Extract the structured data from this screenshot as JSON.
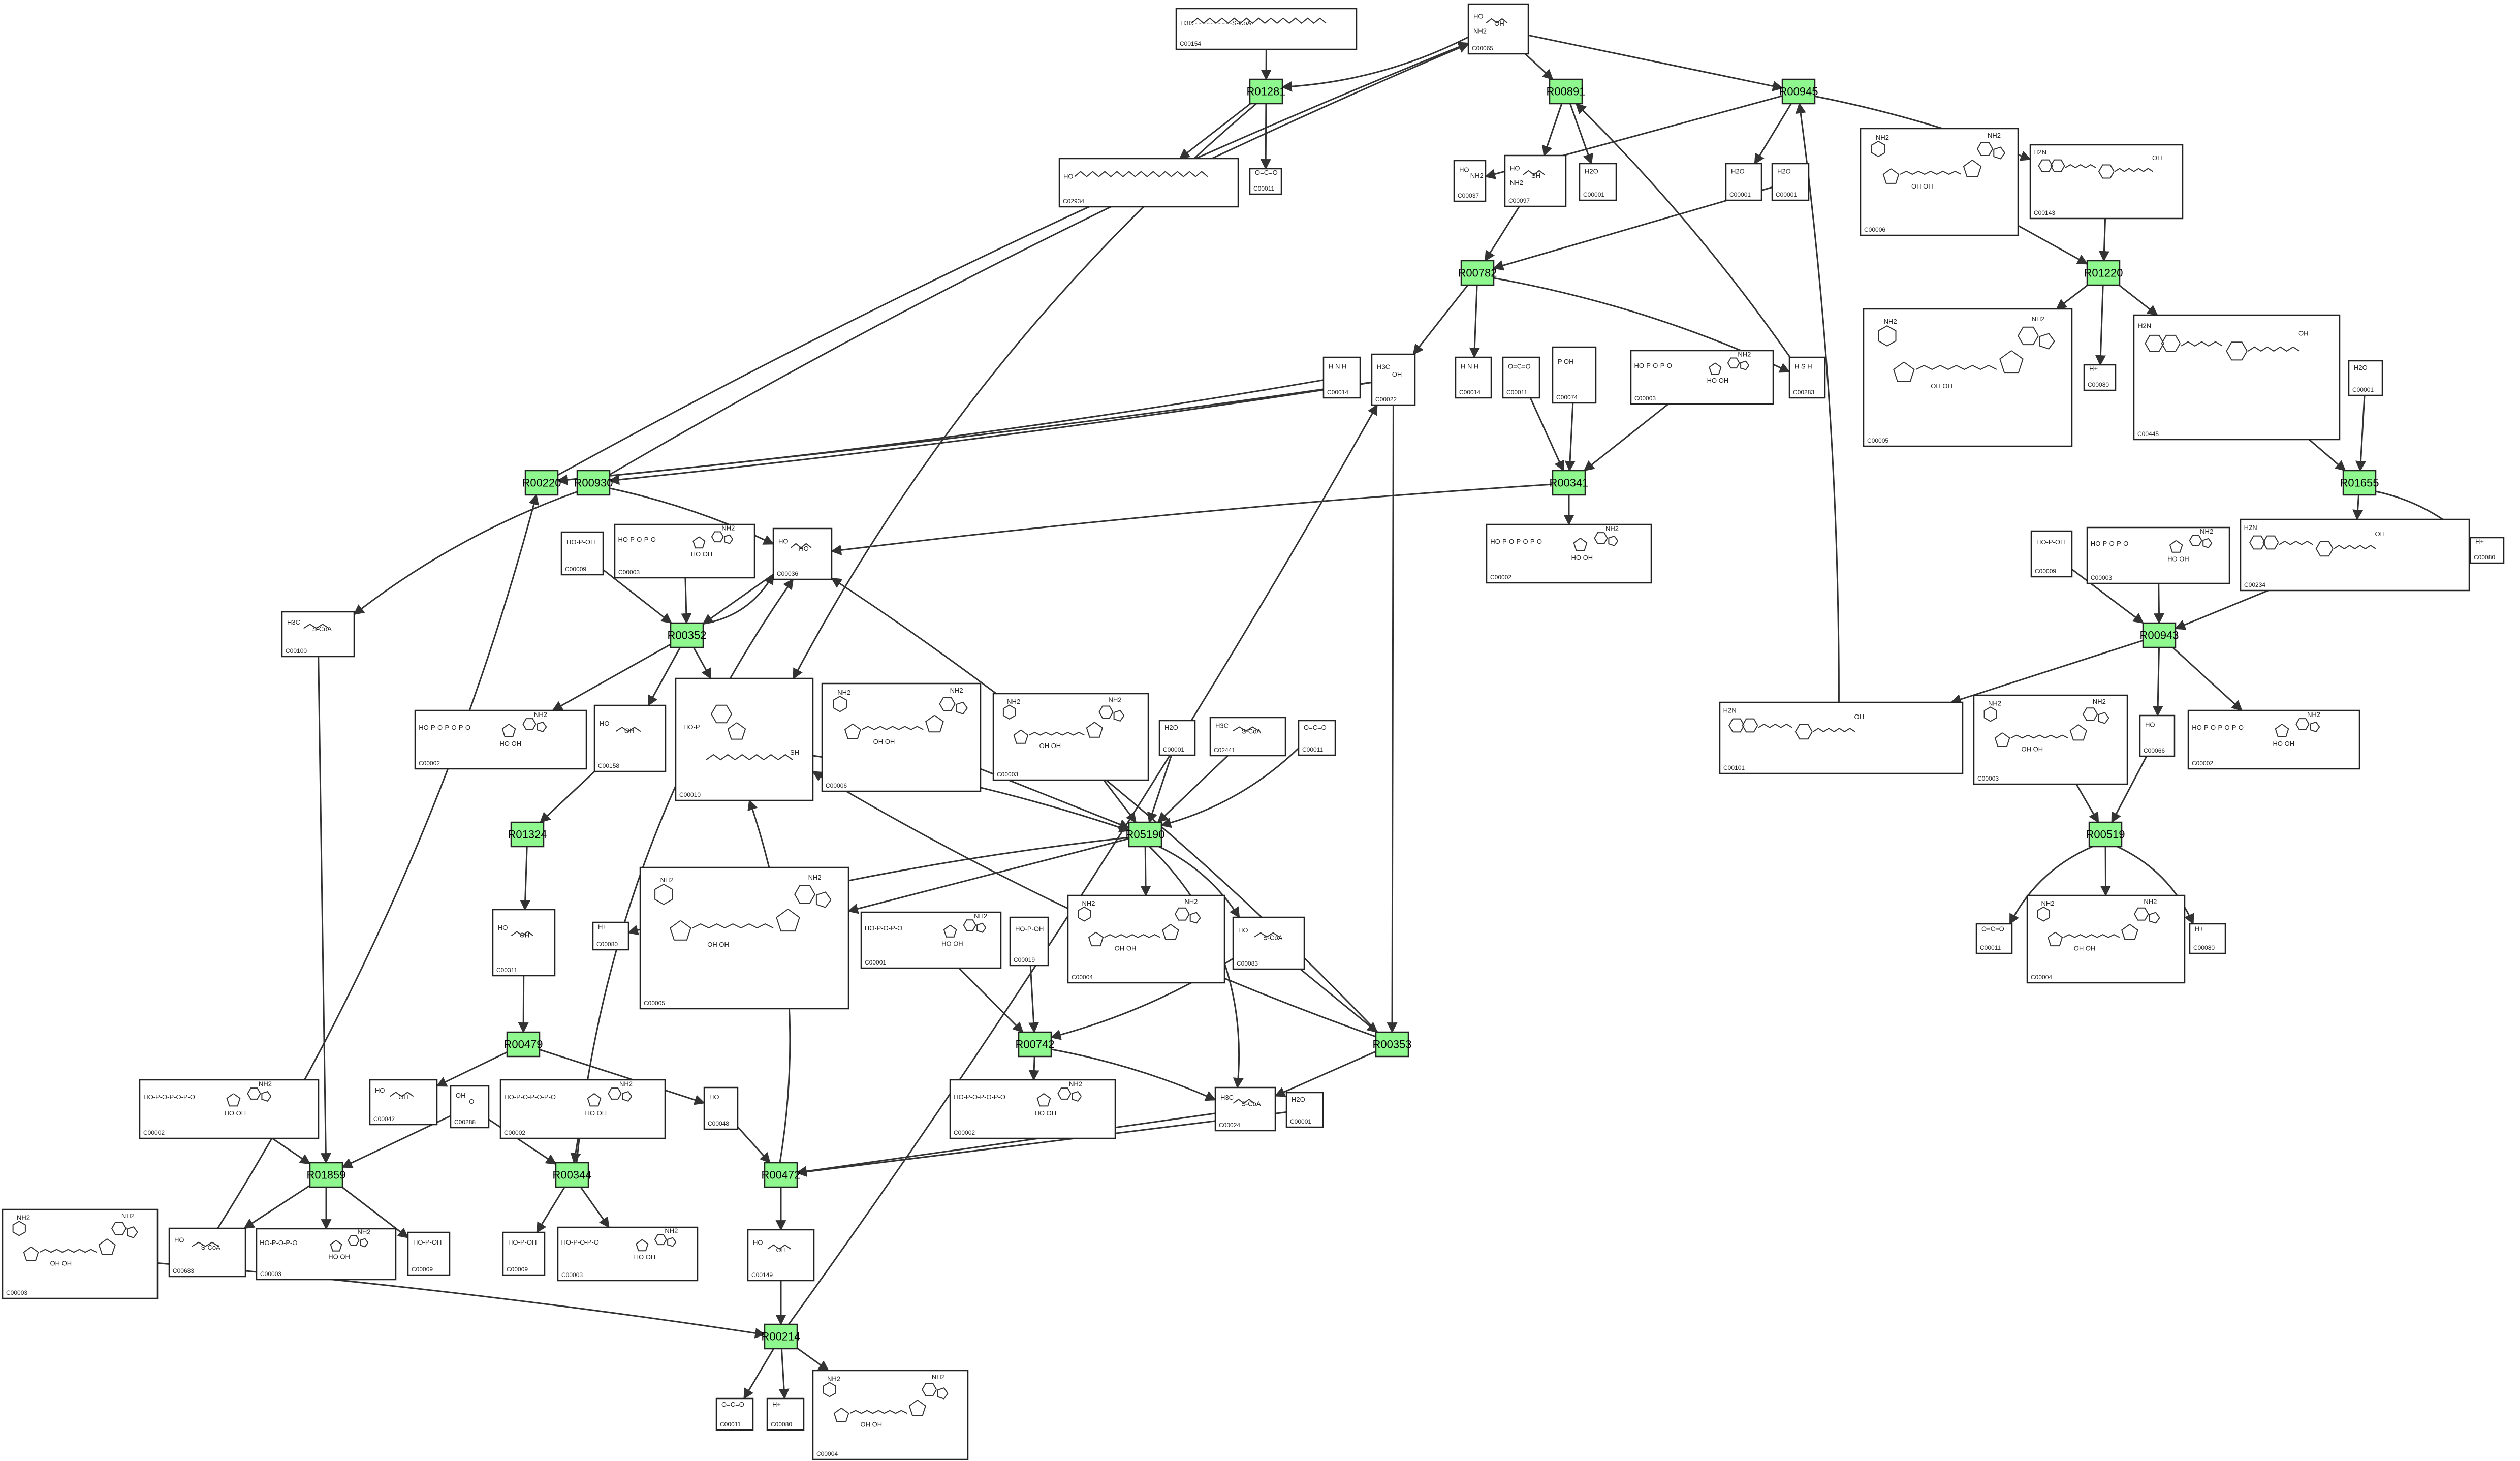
{
  "diagram": {
    "type": "metabolic-pathway-graph",
    "colors": {
      "reaction_fill": "#8ef78e",
      "edge": "#333333",
      "compound_border": "#222222",
      "background": "#ffffff"
    },
    "reactions": [
      {
        "id": "R01281"
      },
      {
        "id": "R00891"
      },
      {
        "id": "R00945"
      },
      {
        "id": "R01220"
      },
      {
        "id": "R00782"
      },
      {
        "id": "R00220"
      },
      {
        "id": "R00930"
      },
      {
        "id": "R00341"
      },
      {
        "id": "R01655"
      },
      {
        "id": "R00352"
      },
      {
        "id": "R00943"
      },
      {
        "id": "R01324"
      },
      {
        "id": "R05190"
      },
      {
        "id": "R00519"
      },
      {
        "id": "R00479"
      },
      {
        "id": "R00742"
      },
      {
        "id": "R00353"
      },
      {
        "id": "R01859"
      },
      {
        "id": "R00344"
      },
      {
        "id": "R00472"
      },
      {
        "id": "R00214"
      }
    ],
    "compounds": [
      {
        "key": "c00154",
        "id": "C00154",
        "formula": "H3C~~~~~~~~~~S-CoA"
      },
      {
        "key": "c00065",
        "id": "C00065",
        "formula": "HO  OH  NH2"
      },
      {
        "key": "c02934",
        "id": "C02934",
        "formula": "HO  NH2"
      },
      {
        "key": "c00011_a",
        "id": "C00011",
        "formula": "O=C=O"
      },
      {
        "key": "c00001_a",
        "id": "C00001",
        "formula": "H2O"
      },
      {
        "key": "c00097",
        "id": "C00097",
        "formula": "HO  SH  NH2"
      },
      {
        "key": "c00001_b",
        "id": "C00001",
        "formula": "H2O"
      },
      {
        "key": "c00001_c",
        "id": "C00001",
        "formula": "H2O"
      },
      {
        "key": "c00037",
        "id": "C00037",
        "formula": "HO  NH2"
      },
      {
        "key": "c00006_a",
        "id": "C00006",
        "formula": "NADP+"
      },
      {
        "key": "c00143",
        "id": "C00143",
        "formula": "H2N  HN  OH"
      },
      {
        "key": "c00014_a",
        "id": "C00014",
        "formula": "H N H"
      },
      {
        "key": "c00022",
        "id": "C00022",
        "formula": "H3C  OH"
      },
      {
        "key": "c00014_b",
        "id": "C00014",
        "formula": "H N H"
      },
      {
        "key": "c00011_b",
        "id": "C00011",
        "formula": "O=C=O"
      },
      {
        "key": "c00074",
        "id": "C00074",
        "formula": "P OH"
      },
      {
        "key": "c00003_a",
        "id": "C00003",
        "formula": "HO-P-O-P-O"
      },
      {
        "key": "c00283",
        "id": "C00283",
        "formula": "H S H"
      },
      {
        "key": "c00005_a",
        "id": "C00005",
        "formula": "NADPH"
      },
      {
        "key": "c00080_a",
        "id": "C00080",
        "formula": "H+"
      },
      {
        "key": "c00445",
        "id": "C00445",
        "formula": "H2N  OH"
      },
      {
        "key": "c00001_d",
        "id": "C00001",
        "formula": "H2O"
      },
      {
        "key": "c00002_a",
        "id": "C00002",
        "formula": "ATP"
      },
      {
        "key": "c00009_a",
        "id": "C00009",
        "formula": "HO-P-OH"
      },
      {
        "key": "c00003_b",
        "id": "C00003",
        "formula": "HO-P-O-P-O"
      },
      {
        "key": "c00036",
        "id": "C00036",
        "formula": "HO  HO"
      },
      {
        "key": "c00100",
        "id": "C00100",
        "formula": "H3C  S-CoA"
      },
      {
        "key": "c00080_b",
        "id": "C00080",
        "formula": "H+"
      },
      {
        "key": "c00234",
        "id": "C00234",
        "formula": "H2N  OH"
      },
      {
        "key": "c00009_b",
        "id": "C00009",
        "formula": "HO-P-OH"
      },
      {
        "key": "c00003_c",
        "id": "C00003",
        "formula": "HO-P-O-P-O"
      },
      {
        "key": "c00002_b",
        "id": "C00002",
        "formula": "ATP"
      },
      {
        "key": "c00158",
        "id": "C00158",
        "formula": "HO  OH"
      },
      {
        "key": "c00010",
        "id": "C00010",
        "formula": "SH"
      },
      {
        "key": "c00006_b",
        "id": "C00006",
        "formula": "NADP+"
      },
      {
        "key": "c00003_d",
        "id": "C00003",
        "formula": "NAD+"
      },
      {
        "key": "c00001_e",
        "id": "C00001",
        "formula": "H2O"
      },
      {
        "key": "c02441",
        "id": "C02441",
        "formula": "H3C  S-CoA"
      },
      {
        "key": "c00011_c",
        "id": "C00011",
        "formula": "O=C=O"
      },
      {
        "key": "c00101",
        "id": "C00101",
        "formula": "H2N  HN  HO"
      },
      {
        "key": "c00003_e",
        "id": "C00003",
        "formula": "NAD+"
      },
      {
        "key": "c00066",
        "id": "C00066",
        "formula": "HO"
      },
      {
        "key": "c00002_c",
        "id": "C00002",
        "formula": "ATP"
      },
      {
        "key": "c00080_c",
        "id": "C00080",
        "formula": "H+"
      },
      {
        "key": "c00005_b",
        "id": "C00005",
        "formula": "NADPH"
      },
      {
        "key": "c00001_f",
        "id": "C00001",
        "formula": "HO-P-O-P-O"
      },
      {
        "key": "c00019",
        "id": "C00019",
        "formula": "HO-P-OH"
      },
      {
        "key": "c00004_a",
        "id": "C00004",
        "formula": "NADH"
      },
      {
        "key": "c00083",
        "id": "C00083",
        "formula": "HO  S-CoA"
      },
      {
        "key": "c00311",
        "id": "C00311",
        "formula": "HO  OH"
      },
      {
        "key": "c00011_d",
        "id": "C00011",
        "formula": "O=C=O"
      },
      {
        "key": "c00004_b",
        "id": "C00004",
        "formula": "NADH"
      },
      {
        "key": "c00080_d",
        "id": "C00080",
        "formula": "H+"
      },
      {
        "key": "c00042",
        "id": "C00042",
        "formula": "HO  OH"
      },
      {
        "key": "c00288",
        "id": "C00288",
        "formula": "OH  O-"
      },
      {
        "key": "c00002_d",
        "id": "C00002",
        "formula": "ATP"
      },
      {
        "key": "c00048",
        "id": "C00048",
        "formula": "HO"
      },
      {
        "key": "c00002_e",
        "id": "C00002",
        "formula": "ATP"
      },
      {
        "key": "c00024",
        "id": "C00024",
        "formula": "H3C  S-CoA"
      },
      {
        "key": "c00001_g",
        "id": "C00001",
        "formula": "H2O"
      },
      {
        "key": "c00002_f",
        "id": "C00002",
        "formula": "ATP"
      },
      {
        "key": "c00003_f",
        "id": "C00003",
        "formula": "NAD+"
      },
      {
        "key": "c00683",
        "id": "C00683",
        "formula": "HO  S-CoA"
      },
      {
        "key": "c00003_g",
        "id": "C00003",
        "formula": "HO-P-O-P-O"
      },
      {
        "key": "c00009_c",
        "id": "C00009",
        "formula": "HO-P-OH"
      },
      {
        "key": "c00009_d",
        "id": "C00009",
        "formula": "HO-P-OH"
      },
      {
        "key": "c00003_h",
        "id": "C00003",
        "formula": "HO-P-O-P-O"
      },
      {
        "key": "c00149",
        "id": "C00149",
        "formula": "HO  OH"
      },
      {
        "key": "c00011_e",
        "id": "C00011",
        "formula": "O=C=O"
      },
      {
        "key": "c00080_e",
        "id": "C00080",
        "formula": "H+"
      },
      {
        "key": "c00004_c",
        "id": "C00004",
        "formula": "NADH"
      }
    ]
  }
}
